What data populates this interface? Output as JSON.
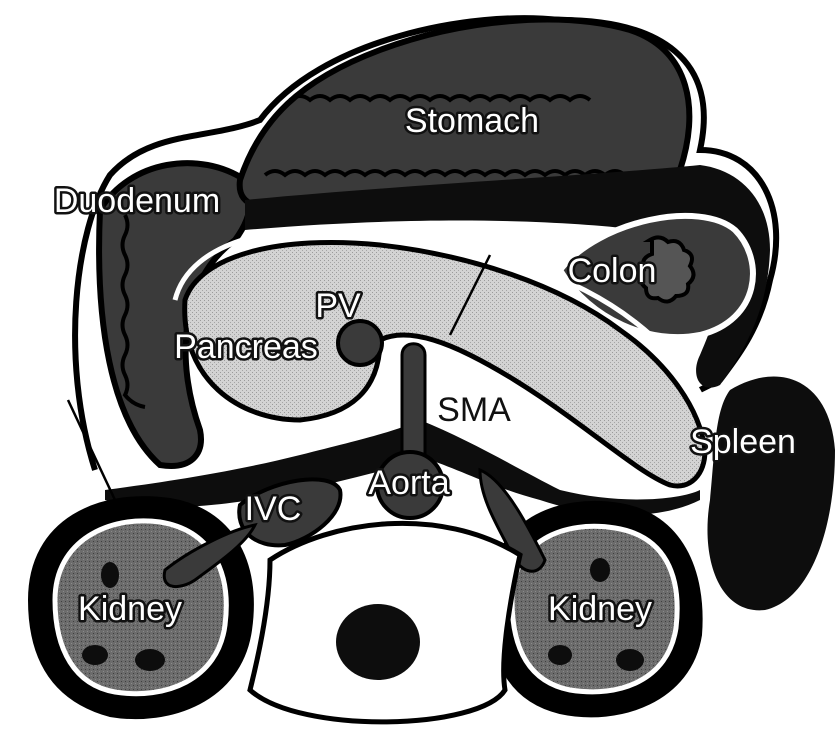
{
  "diagram": {
    "labels": {
      "stomach": "Stomach",
      "duodenum": "Duodenum",
      "colon": "Colon",
      "pv": "PV",
      "pancreas": "Pancreas",
      "sma": "SMA",
      "spleen": "Spleen",
      "aorta": "Aorta",
      "ivc": "IVC",
      "kidney_left": "Kidney",
      "kidney_right": "Kidney"
    },
    "colors": {
      "organ_dark": "#3a3a3a",
      "organ_black": "#0d0d0d",
      "pancreas_fill": "#d2d2d2",
      "kidney_fill": "#6a6a6a",
      "outline": "#000000",
      "background": "#ffffff"
    }
  }
}
